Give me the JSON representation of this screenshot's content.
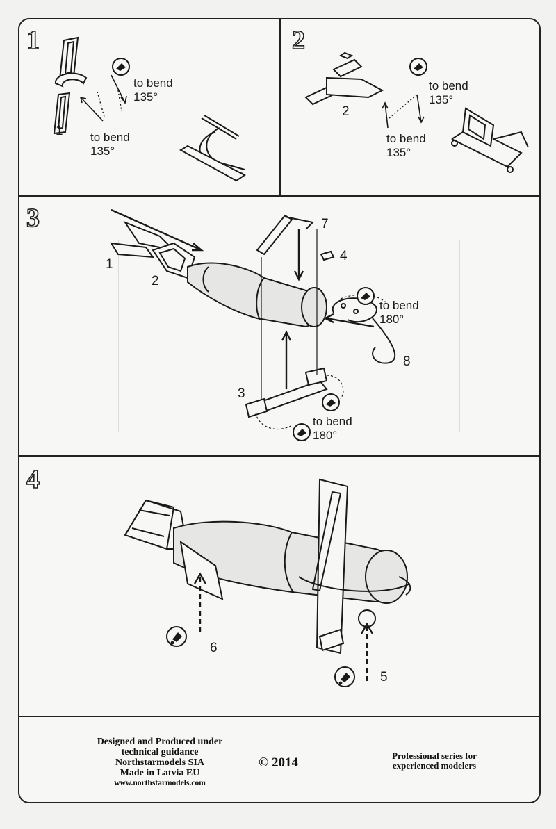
{
  "steps": [
    {
      "number": "1",
      "labels": {
        "bend_top": "to bend\n135°",
        "part_1": "1",
        "bend_bottom": "to bend\n135°"
      }
    },
    {
      "number": "2",
      "labels": {
        "bend_right": "to bend\n135°",
        "part_2": "2",
        "bend_bottom": "to bend\n135°"
      }
    },
    {
      "number": "3",
      "labels": {
        "part_1": "1",
        "part_2": "2",
        "part_3": "3",
        "part_4": "4",
        "part_7": "7",
        "part_8": "8",
        "bend_upper": "to bend\n180°",
        "bend_lower": "to bend\n180°"
      }
    },
    {
      "number": "4",
      "labels": {
        "part_6": "6",
        "part_5": "5"
      }
    }
  ],
  "footer": {
    "designed": [
      "Designed and Produced under",
      "technical guidance",
      "Northstarmodels SIA",
      "Made in Latvia EU"
    ],
    "website": "www.northstarmodels.com",
    "copyright": "© 2014",
    "professional": [
      "Professional series for",
      "experienced modelers"
    ]
  },
  "colors": {
    "ink": "#1a1a1a",
    "paper": "#f7f7f5",
    "bomb_fill": "#e6e6e4"
  },
  "icons": [
    "bend-icon",
    "glue-icon"
  ]
}
